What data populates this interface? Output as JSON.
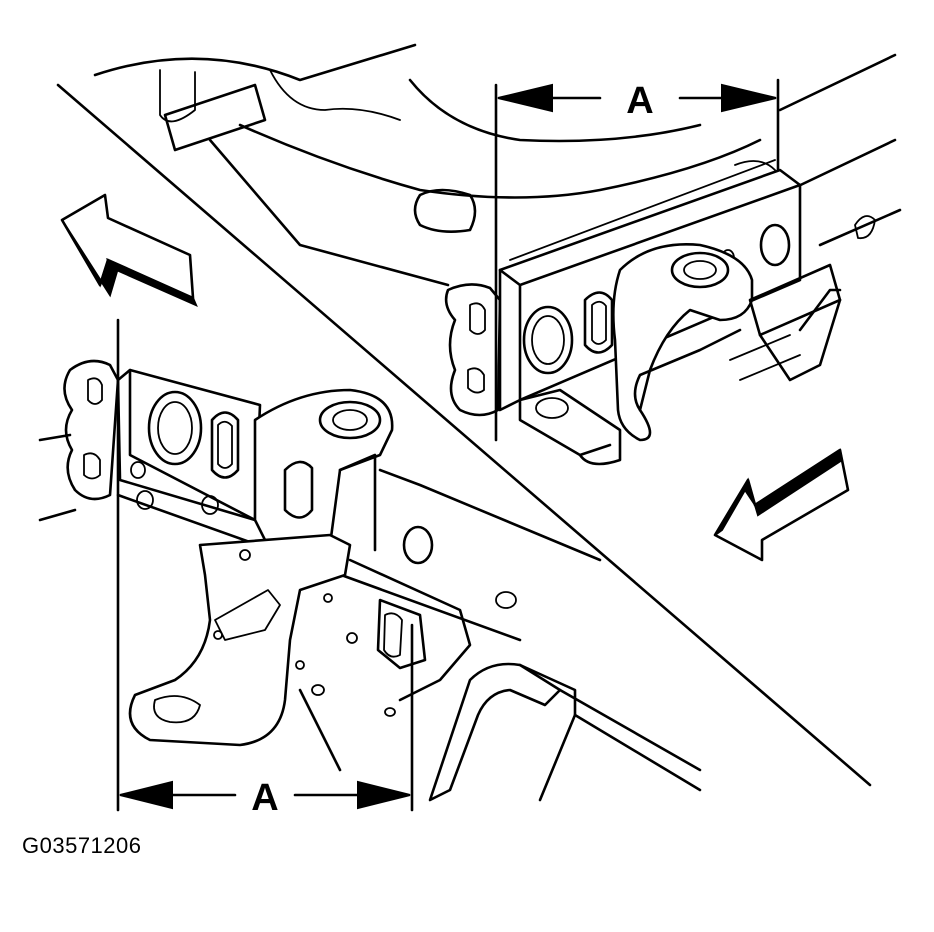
{
  "diagram": {
    "dimension_top_label": "A",
    "dimension_bottom_label": "A",
    "figure_id": "G03571206"
  }
}
